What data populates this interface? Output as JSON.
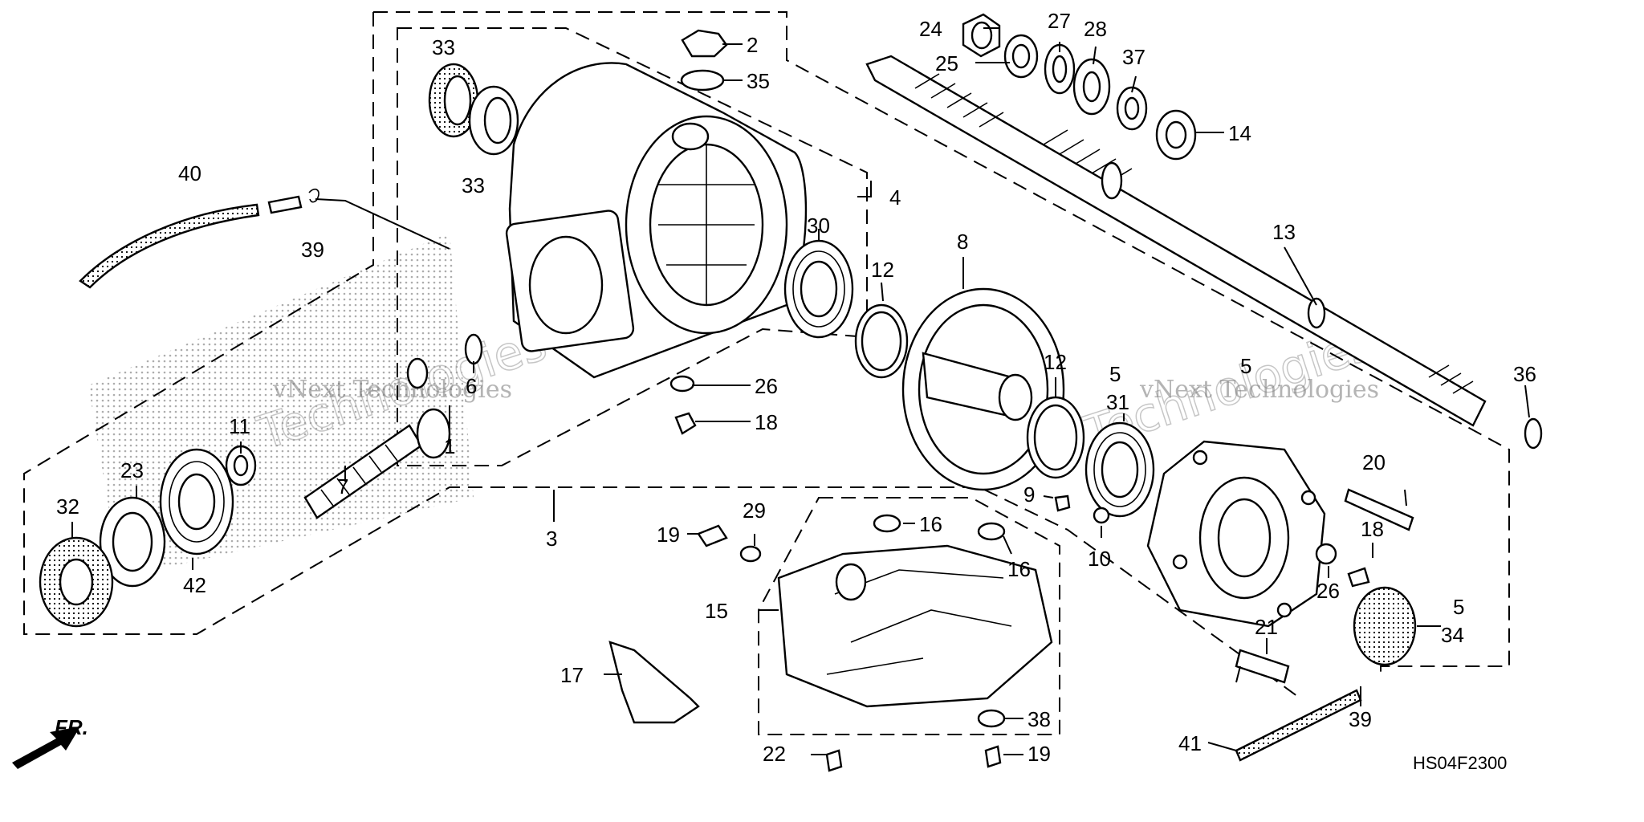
{
  "diagram": {
    "code": "HS04F2300",
    "front_arrow_label": "FR.",
    "watermarks": [
      "vNext Technologies",
      "vNext Technologies"
    ],
    "callouts": [
      {
        "id": "c33a",
        "text": "33"
      },
      {
        "id": "c33b",
        "text": "33"
      },
      {
        "id": "c2",
        "text": "2"
      },
      {
        "id": "c35",
        "text": "35"
      },
      {
        "id": "c24",
        "text": "24"
      },
      {
        "id": "c25",
        "text": "25"
      },
      {
        "id": "c27",
        "text": "27"
      },
      {
        "id": "c28",
        "text": "28"
      },
      {
        "id": "c37",
        "text": "37"
      },
      {
        "id": "c14",
        "text": "14"
      },
      {
        "id": "c40",
        "text": "40"
      },
      {
        "id": "c39a",
        "text": "39"
      },
      {
        "id": "c4",
        "text": "4"
      },
      {
        "id": "c30",
        "text": "30"
      },
      {
        "id": "c12a",
        "text": "12"
      },
      {
        "id": "c8",
        "text": "8"
      },
      {
        "id": "c13",
        "text": "13"
      },
      {
        "id": "c6",
        "text": "6"
      },
      {
        "id": "c26a",
        "text": "26"
      },
      {
        "id": "c18a",
        "text": "18"
      },
      {
        "id": "c1",
        "text": "1"
      },
      {
        "id": "c11",
        "text": "11"
      },
      {
        "id": "c7",
        "text": "7"
      },
      {
        "id": "c23",
        "text": "23"
      },
      {
        "id": "c32",
        "text": "32"
      },
      {
        "id": "c42",
        "text": "42"
      },
      {
        "id": "c3",
        "text": "3"
      },
      {
        "id": "c12b",
        "text": "12"
      },
      {
        "id": "c5a",
        "text": "5"
      },
      {
        "id": "c31",
        "text": "31"
      },
      {
        "id": "c5b",
        "text": "5"
      },
      {
        "id": "c36",
        "text": "36"
      },
      {
        "id": "c9",
        "text": "9"
      },
      {
        "id": "c10",
        "text": "10"
      },
      {
        "id": "c19a",
        "text": "19"
      },
      {
        "id": "c29",
        "text": "29"
      },
      {
        "id": "c16a",
        "text": "16"
      },
      {
        "id": "c16b",
        "text": "16"
      },
      {
        "id": "c15",
        "text": "15"
      },
      {
        "id": "c17",
        "text": "17"
      },
      {
        "id": "c20",
        "text": "20"
      },
      {
        "id": "c18b",
        "text": "18"
      },
      {
        "id": "c26b",
        "text": "26"
      },
      {
        "id": "c5c",
        "text": "5"
      },
      {
        "id": "c34",
        "text": "34"
      },
      {
        "id": "c21",
        "text": "21"
      },
      {
        "id": "c38",
        "text": "38"
      },
      {
        "id": "c22",
        "text": "22"
      },
      {
        "id": "c19b",
        "text": "19"
      },
      {
        "id": "c41",
        "text": "41"
      },
      {
        "id": "c39b",
        "text": "39"
      }
    ]
  }
}
